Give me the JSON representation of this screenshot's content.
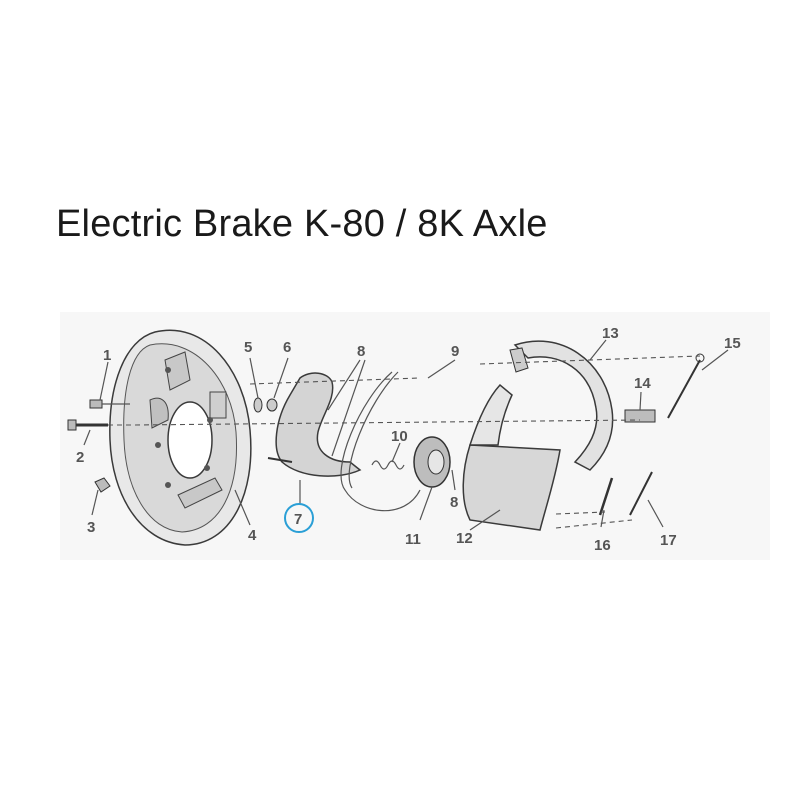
{
  "title": "Electric Brake K-80 / 8K Axle",
  "labels": {
    "1": "1",
    "2": "2",
    "3": "3",
    "4": "4",
    "5": "5",
    "6": "6",
    "7": "7",
    "8a": "8",
    "8b": "8",
    "9": "9",
    "10": "10",
    "11": "11",
    "12": "12",
    "13": "13",
    "14": "14",
    "15": "15",
    "16": "16",
    "17": "17"
  },
  "colors": {
    "highlight_circle": "#2a9fd6",
    "part_fill": "#e6e6e6",
    "line": "#555555"
  }
}
